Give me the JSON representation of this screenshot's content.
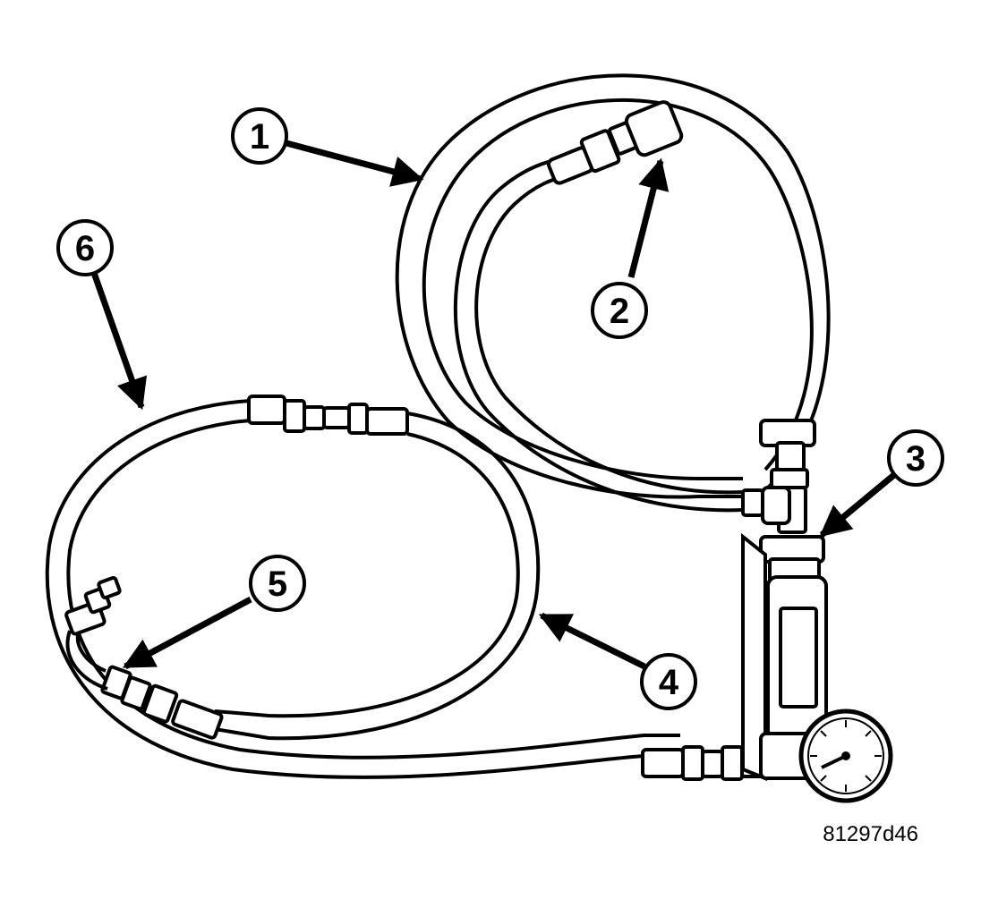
{
  "callouts": [
    {
      "id": "1",
      "label": "1"
    },
    {
      "id": "2",
      "label": "2"
    },
    {
      "id": "3",
      "label": "3"
    },
    {
      "id": "4",
      "label": "4"
    },
    {
      "id": "5",
      "label": "5"
    },
    {
      "id": "6",
      "label": "6"
    }
  ],
  "figure_id": "81297d46",
  "colors": {
    "ink": "#000000",
    "paper": "#ffffff",
    "gauge_face": "#ffffff"
  }
}
